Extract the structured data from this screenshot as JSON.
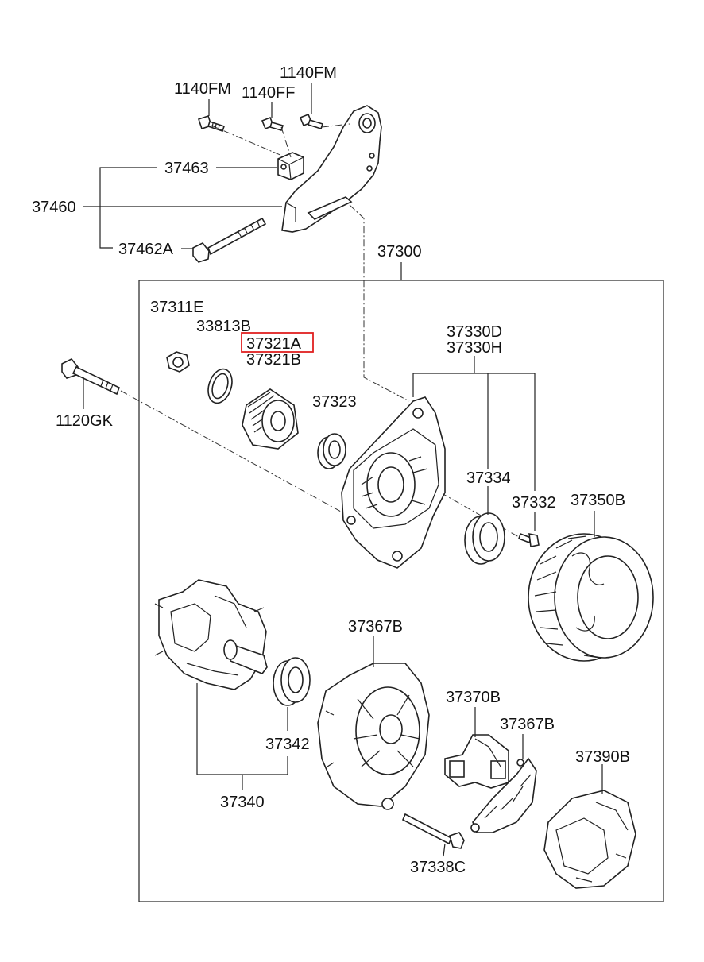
{
  "diagram": {
    "highlight_color": "#e02020",
    "labels": {
      "bolt_1140fm_left": "1140FM",
      "bolt_1140ff": "1140FF",
      "bolt_1140fm_right": "1140FM",
      "block_37463": "37463",
      "bracket_assembly_37460": "37460",
      "long_bolt_37462a": "37462A",
      "alternator_37300": "37300",
      "nut_37311e": "37311E",
      "washer_33813b": "33813B",
      "pulley_37321a": "37321A",
      "pulley_37321b": "37321B",
      "spacer_37323": "37323",
      "front_bracket_37330d": "37330D",
      "front_bracket_37330h": "37330H",
      "bearing_37334": "37334",
      "screw_37332": "37332",
      "stator_37350b": "37350B",
      "through_bolt_1120gk": "1120GK",
      "rear_bracket_37367b": "37367B",
      "regulator_37370b": "37370B",
      "rectifier_37367b": "37367B",
      "rear_cover_37390b": "37390B",
      "bearing_37342": "37342",
      "rotor_37340": "37340",
      "bolt_37338c": "37338C"
    }
  }
}
